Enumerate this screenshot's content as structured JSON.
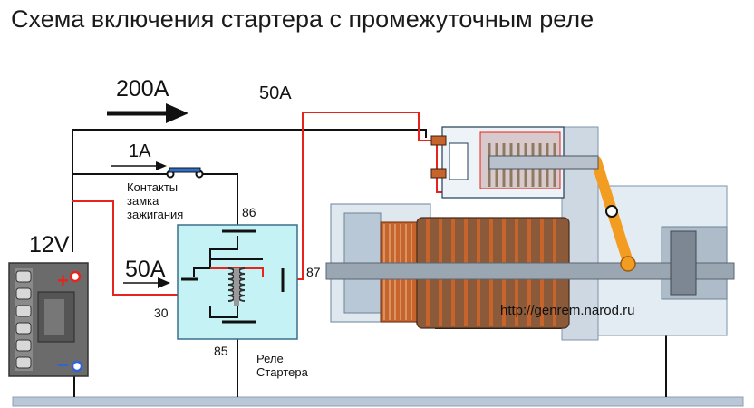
{
  "title": "Схема включения стартера с промежуточным реле",
  "labels": {
    "current_main": "200А",
    "current_solenoid": "50А",
    "current_ignition": "1А",
    "current_relay": "50А",
    "voltage": "12V",
    "ignition_switch": "Контакты замка зажигания",
    "relay": "Реле Стартера",
    "pin_86": "86",
    "pin_87": "87",
    "pin_30": "30",
    "pin_85": "85",
    "plus": "+",
    "minus": "−",
    "watermark": "http://genrem.narod.ru"
  },
  "colors": {
    "wire_black": "#111111",
    "wire_red": "#e8231d",
    "relay_fill": "#c5f2f5",
    "ground_bar": "#b9c7d6",
    "battery_body": "#6b6b6b",
    "copper": "#c7642b"
  }
}
